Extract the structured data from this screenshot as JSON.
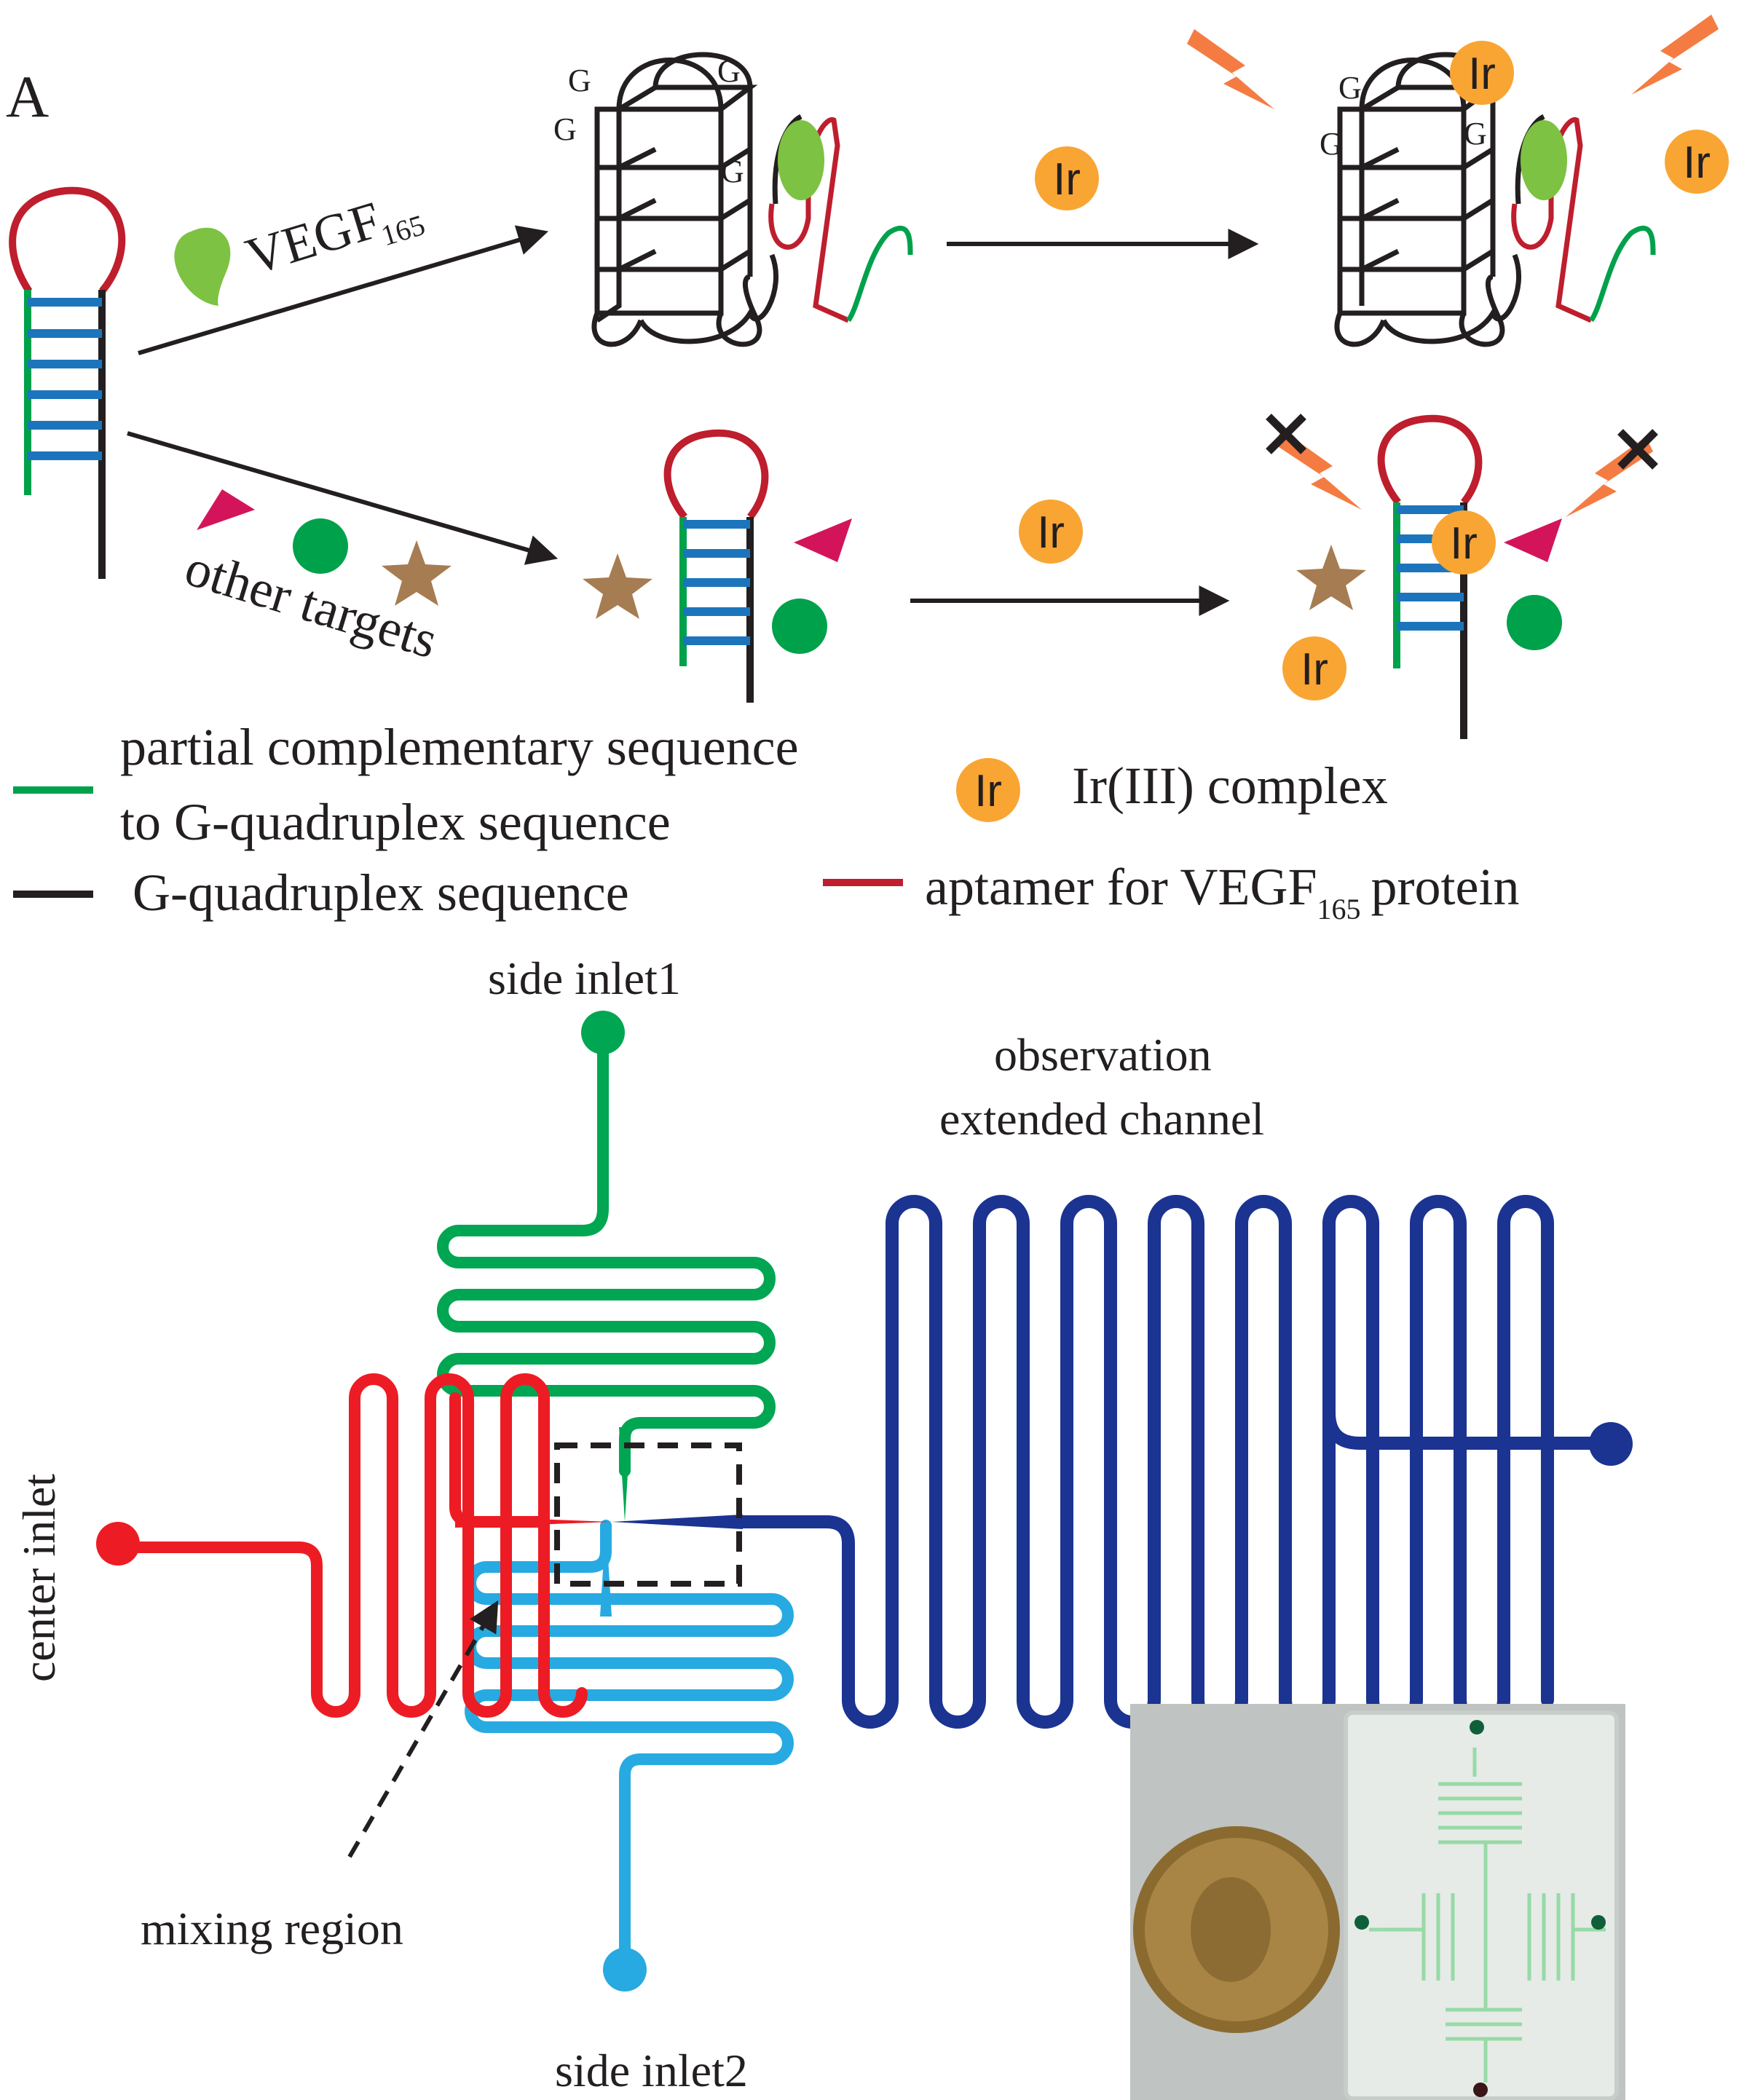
{
  "panel_label": "A",
  "labels": {
    "vegf": "VEGF",
    "vegf_sub": "165",
    "other_targets": "other targets",
    "ir": "Ir",
    "g": "G"
  },
  "legend": {
    "green_line_1": "partial complementary sequence",
    "green_line_2": "to G-quadruplex sequence",
    "black_line": "G-quadruplex sequence",
    "ir_complex": "Ir(III) complex",
    "red_line_pre": "aptamer for VEGF",
    "red_line_sub": "165",
    "red_line_post": "protein"
  },
  "chip": {
    "side_inlet1": "side inlet1",
    "side_inlet2": "side inlet2",
    "center_inlet": "center inlet",
    "observation_1": "observation",
    "observation_2": "extended channel",
    "mixing_region": "mixing region"
  },
  "colors": {
    "red": "#be1e2d",
    "green": "#00a14b",
    "blue": "#1c75bc",
    "black": "#231f20",
    "ir_orange": "#f9a533",
    "vegf_green": "#7dc242",
    "pink": "#d4145a",
    "star": "#a67c52",
    "chip_red": "#ed1c24",
    "chip_green": "#00a651",
    "chip_lightblue": "#27aae1",
    "chip_navy": "#1b3391"
  }
}
